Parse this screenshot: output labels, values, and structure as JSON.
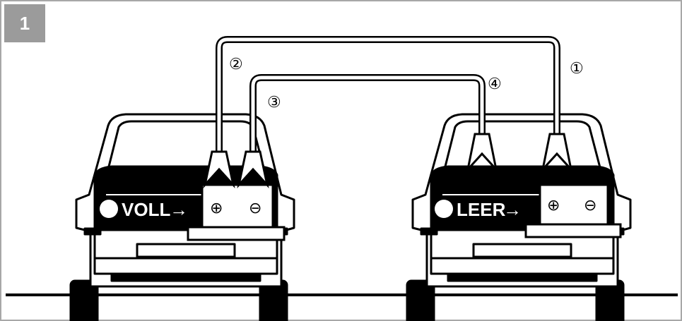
{
  "figure_number": "1",
  "cars": {
    "left": {
      "battery_label": "VOLL",
      "arrow": "→",
      "plus": "⊕",
      "minus": "⊖"
    },
    "right": {
      "battery_label": "LEER",
      "arrow": "→",
      "plus": "⊕",
      "minus": "⊖"
    }
  },
  "cable_steps": [
    "①",
    "②",
    "③",
    "④"
  ],
  "colors": {
    "line": "#000000",
    "badge": "#9b9b9b",
    "border": "#a8a8a8"
  }
}
